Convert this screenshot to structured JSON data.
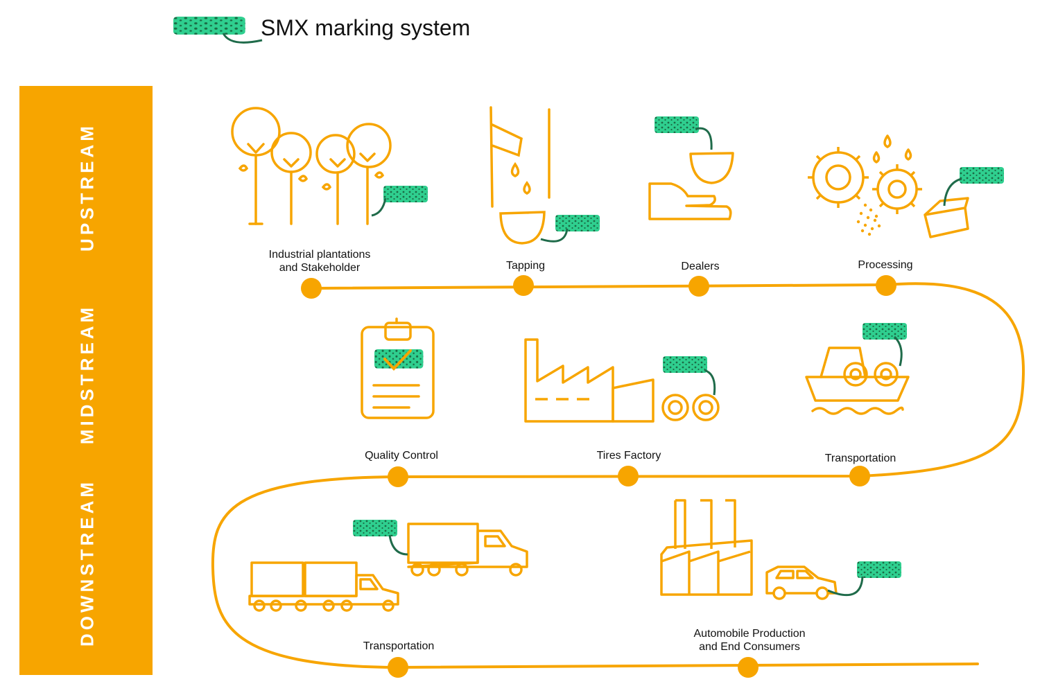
{
  "legend": {
    "label": "SMX marking system",
    "icon": "smx-marker-icon"
  },
  "colors": {
    "path": "#f7a500",
    "marker": "#2fcf8f",
    "marker_dots": "#1b6b45",
    "tether": "#1f6b4a",
    "text": "#111111",
    "stage_text": "#ffffff"
  },
  "stages": [
    "UPSTREAM",
    "MIDSTREAM",
    "DOWNSTREAM"
  ],
  "steps": [
    {
      "label": "Industrial plantations\nand Stakeholder",
      "icon": "trees-icon",
      "marked": true
    },
    {
      "label": "Tapping",
      "icon": "latex-tapping-icon",
      "marked": true
    },
    {
      "label": "Dealers",
      "icon": "hand-bowl-icon",
      "marked": true
    },
    {
      "label": "Processing",
      "icon": "gears-processing-icon",
      "marked": true
    },
    {
      "label": "Quality Control",
      "icon": "clipboard-check-icon",
      "marked": true
    },
    {
      "label": "Tires Factory",
      "icon": "tire-factory-icon",
      "marked": true
    },
    {
      "label": "Transportation",
      "icon": "cargo-ship-icon",
      "marked": true
    },
    {
      "label": "Transportation",
      "icon": "trucks-icon",
      "marked": true
    },
    {
      "label": "Automobile Production\nand End Consumers",
      "icon": "car-factory-icon",
      "marked": true
    }
  ]
}
